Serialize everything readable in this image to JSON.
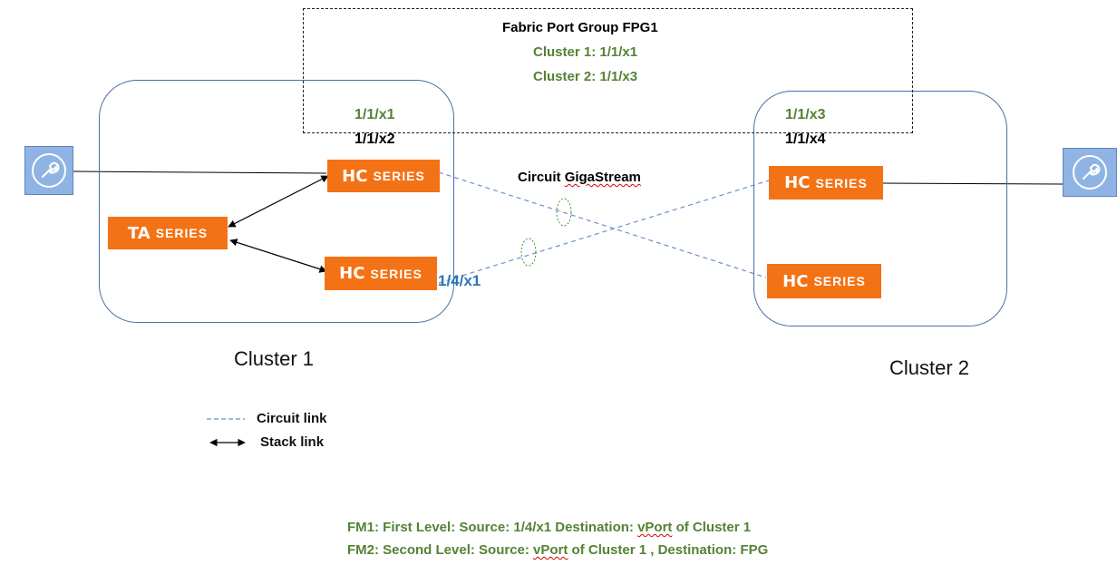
{
  "fpg": {
    "title": "Fabric Port Group FPG1",
    "line1": "Cluster 1: 1/1/x1",
    "line2": "Cluster 2: 1/1/x3"
  },
  "cluster1": {
    "label": "Cluster 1",
    "port_green": "1/1/x1",
    "port_black": "1/1/x2",
    "port_blue": "1/4/x1"
  },
  "cluster2": {
    "label": "Cluster 2",
    "port_green": "1/1/x3",
    "port_black": "1/1/x4"
  },
  "devices": {
    "hc_logo": "HC",
    "ta_logo": "TA",
    "series": "SERIES"
  },
  "circuit": {
    "label_prefix": "Circuit ",
    "label_name": "GigaStream"
  },
  "legend": {
    "circuit_link": "Circuit link",
    "stack_link": "Stack link"
  },
  "fm": {
    "line1_a": "FM1: First Level:  Source: 1/4/x1  Destination: ",
    "line1_b": "vPort",
    "line1_c": " of Cluster 1",
    "line2_a": "FM2: Second Level: Source: ",
    "line2_b": "vPort",
    "line2_c": " of Cluster 1 , Destination: FPG"
  },
  "icons": {
    "tool": "wrench-tool-icon"
  },
  "colors": {
    "device": "#f47216",
    "port_green": "#548235",
    "port_blue": "#2e75b6",
    "circuit_link": "#6b8fd0",
    "cluster_border": "#4a6fa5",
    "tool_fill": "#8fb4e3"
  }
}
